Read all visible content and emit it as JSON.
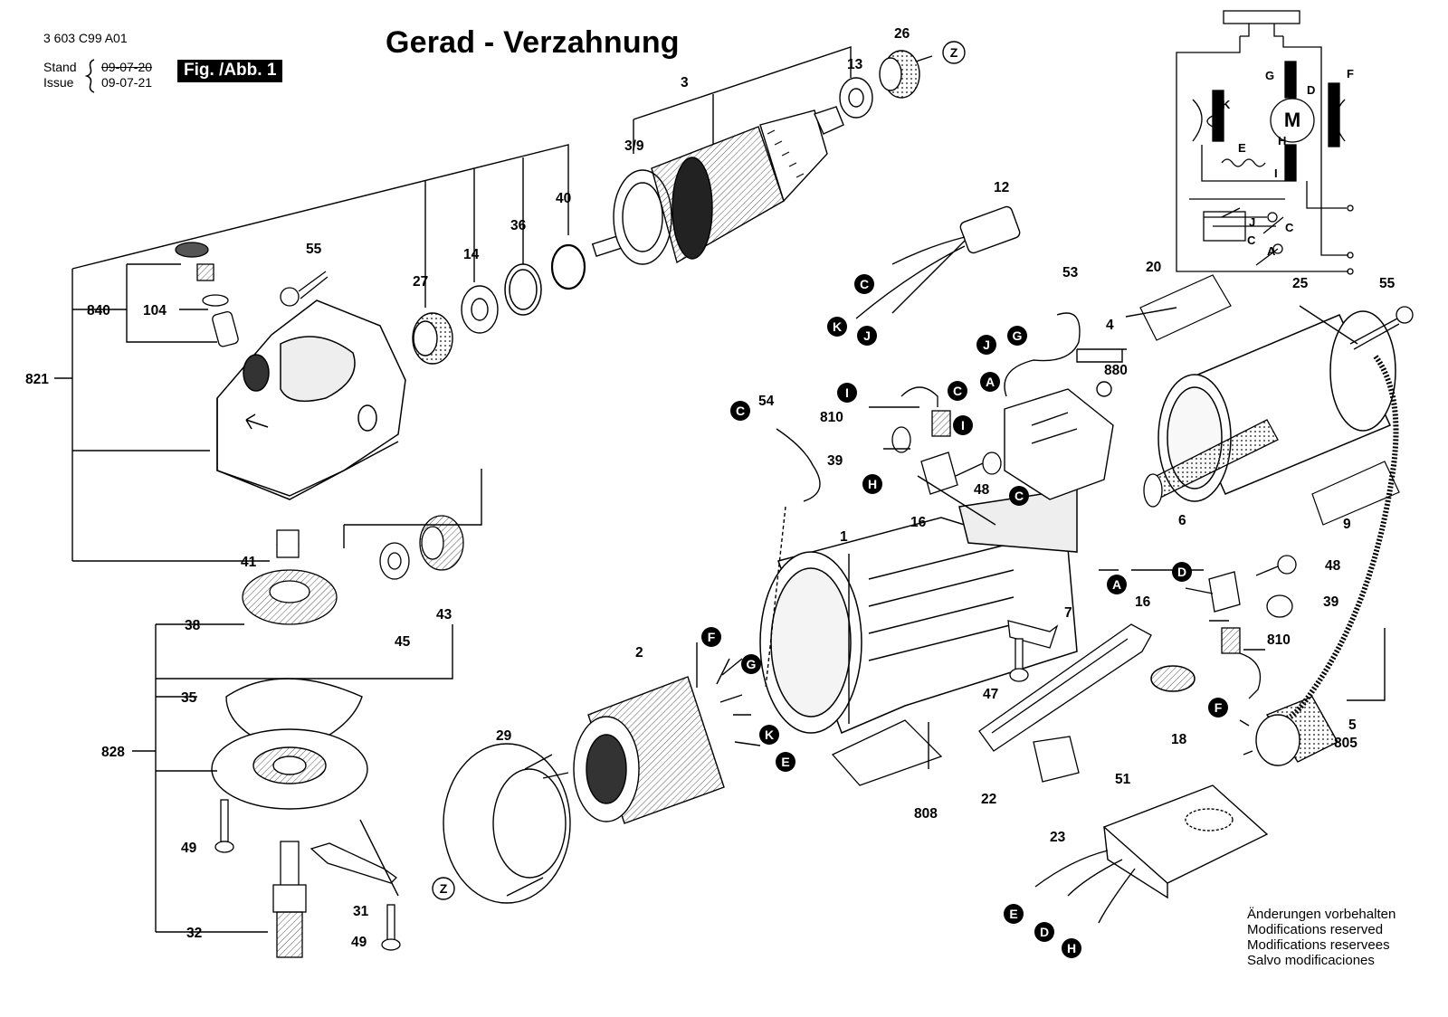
{
  "header": {
    "doc_number": "3 603 C99 A01",
    "title": "Gerad - Verzahnung",
    "stand_label": "Stand",
    "issue_label": "Issue",
    "stand_date": "09-07-20",
    "issue_date": "09-07-21",
    "figure_badge": "Fig. /Abb. 1"
  },
  "footer": {
    "modifications": [
      "Änderungen vorbehalten",
      "Modifications reserved",
      "Modifications reservees",
      "Salvo modificaciones"
    ]
  },
  "part_numbers": {
    "p26": "26",
    "p13": "13",
    "p3": "3",
    "p39a": "3/9",
    "p40": "40",
    "p36": "36",
    "p14": "14",
    "p27": "27",
    "p55a": "55",
    "p840": "840",
    "p104": "104",
    "p821": "821",
    "p41": "41",
    "p38": "38",
    "p35": "35",
    "p828": "828",
    "p49a": "49",
    "p32": "32",
    "p31": "31",
    "p49b": "49",
    "p45": "45",
    "p43": "43",
    "p12": "12",
    "p53": "53",
    "p20": "20",
    "p25": "25",
    "p55b": "55",
    "p4": "4",
    "p880": "880",
    "p54": "54",
    "p810a": "810",
    "p39b": "39",
    "p48a": "48",
    "p16a": "16",
    "p6": "6",
    "p9": "9",
    "p1": "1",
    "p48b": "48",
    "p16b": "16",
    "p39c": "39",
    "p810b": "810",
    "p7": "7",
    "p47": "47",
    "p18": "18",
    "p5": "5",
    "p805": "805",
    "p2": "2",
    "p29": "29",
    "p808": "808",
    "p22": "22",
    "p23": "23",
    "p51": "51"
  },
  "connector_labels": {
    "c1": "C",
    "k1": "K",
    "j1": "J",
    "g1": "G",
    "j2": "J",
    "c2": "C",
    "a1": "A",
    "i1": "I",
    "i2": "I",
    "h1": "H",
    "c3": "C",
    "c4": "C",
    "a2": "A",
    "d1": "D",
    "f1": "F",
    "g2": "G",
    "k2": "K",
    "e1": "E",
    "f2": "F",
    "e2": "E",
    "d2": "D",
    "h2": "H",
    "z1": "Z",
    "z2": "Z"
  },
  "wiring_diagram": {
    "motor": "M",
    "labels": {
      "g": "G",
      "d": "D",
      "f": "F",
      "k": "K",
      "e": "E",
      "h": "H",
      "i": "I",
      "j": "J",
      "c1": "C",
      "c2": "C",
      "a": "A"
    }
  }
}
